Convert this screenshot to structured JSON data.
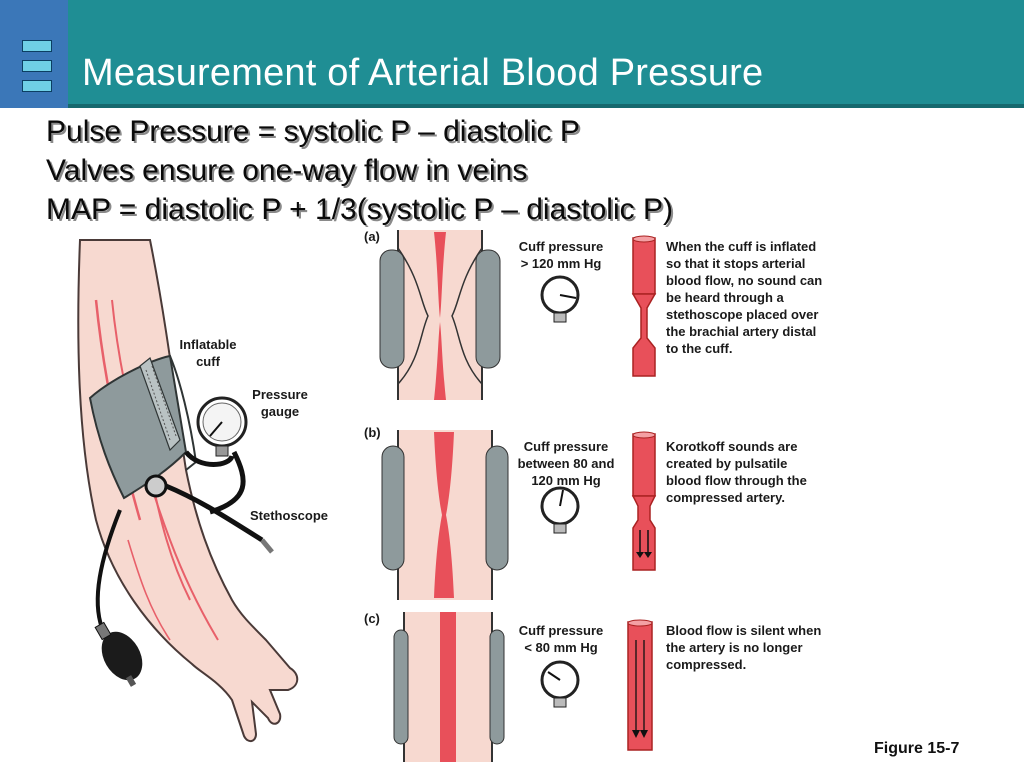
{
  "title": "Measurement of Arterial Blood Pressure",
  "bullets": [
    "Pulse Pressure = systolic P – diastolic P",
    "Valves ensure one-way flow in veins",
    "MAP = diastolic P + 1/3(systolic P – diastolic P)"
  ],
  "arm_labels": {
    "cuff_line1": "Inflatable",
    "cuff_line2": "cuff",
    "gauge_line1": "Pressure",
    "gauge_line2": "gauge",
    "stethoscope": "Stethoscope"
  },
  "panels": [
    {
      "tag": "(a)",
      "pressure_lines": [
        "Cuff pressure",
        "> 120 mm Hg"
      ],
      "desc_lines": [
        "When the cuff is inflated",
        "so that it stops arterial",
        "blood flow, no sound can",
        "be heard through a",
        "stethoscope placed over",
        "the brachial artery distal",
        "to the cuff."
      ]
    },
    {
      "tag": "(b)",
      "pressure_lines": [
        "Cuff pressure",
        "between 80 and",
        "120 mm Hg"
      ],
      "desc_lines": [
        "Korotkoff sounds are",
        "created by pulsatile",
        "blood flow through the",
        "compressed artery."
      ]
    },
    {
      "tag": "(c)",
      "pressure_lines": [
        "Cuff pressure",
        "< 80 mm Hg"
      ],
      "desc_lines": [
        "Blood flow is silent when",
        "the artery is no longer",
        "compressed."
      ]
    }
  ],
  "figure_caption": "Figure 15-7",
  "colors": {
    "header": "#1f8e94",
    "logo_block": "#3b77b8",
    "artery": "#e8505a",
    "skin": "#f7d9d0",
    "cuff": "#8e9a9c"
  },
  "icons": [
    "menu-icon",
    "pressure-gauge-icon",
    "stethoscope-icon",
    "bulb-pump-icon"
  ]
}
